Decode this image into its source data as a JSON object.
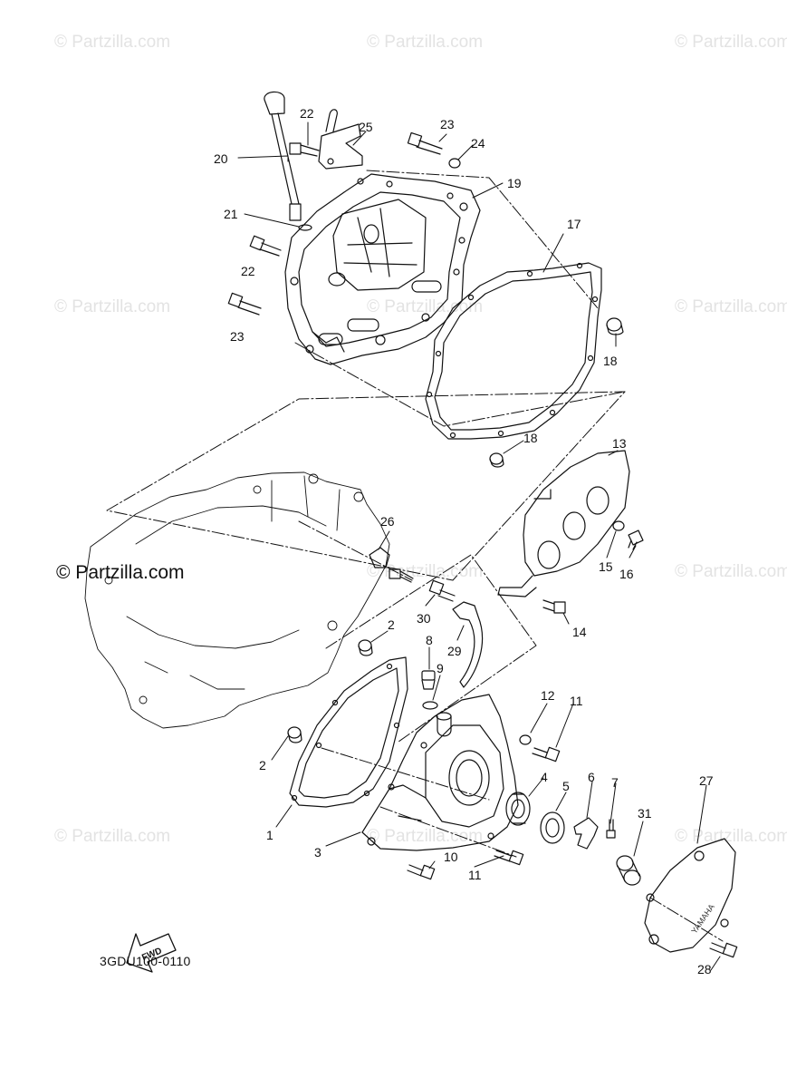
{
  "watermarks": {
    "small": "© Partzilla.com",
    "main": "© Partzilla.com"
  },
  "diagram_code": "3GDU100-0110",
  "fwd_label": "FWD",
  "cover_emblem": "YAMAHA",
  "callouts": [
    {
      "id": "1",
      "label": "1"
    },
    {
      "id": "2a",
      "label": "2"
    },
    {
      "id": "2b",
      "label": "2"
    },
    {
      "id": "3",
      "label": "3"
    },
    {
      "id": "4",
      "label": "4"
    },
    {
      "id": "5",
      "label": "5"
    },
    {
      "id": "6",
      "label": "6"
    },
    {
      "id": "7",
      "label": "7"
    },
    {
      "id": "8",
      "label": "8"
    },
    {
      "id": "9",
      "label": "9"
    },
    {
      "id": "10",
      "label": "10"
    },
    {
      "id": "11a",
      "label": "11"
    },
    {
      "id": "11b",
      "label": "11"
    },
    {
      "id": "12",
      "label": "12"
    },
    {
      "id": "13",
      "label": "13"
    },
    {
      "id": "14",
      "label": "14"
    },
    {
      "id": "15",
      "label": "15"
    },
    {
      "id": "16",
      "label": "16"
    },
    {
      "id": "17",
      "label": "17"
    },
    {
      "id": "18a",
      "label": "18"
    },
    {
      "id": "18b",
      "label": "18"
    },
    {
      "id": "19",
      "label": "19"
    },
    {
      "id": "20",
      "label": "20"
    },
    {
      "id": "21",
      "label": "21"
    },
    {
      "id": "22a",
      "label": "22"
    },
    {
      "id": "22b",
      "label": "22"
    },
    {
      "id": "23a",
      "label": "23"
    },
    {
      "id": "23b",
      "label": "23"
    },
    {
      "id": "24",
      "label": "24"
    },
    {
      "id": "25",
      "label": "25"
    },
    {
      "id": "26",
      "label": "26"
    },
    {
      "id": "27",
      "label": "27"
    },
    {
      "id": "28",
      "label": "28"
    },
    {
      "id": "29",
      "label": "29"
    },
    {
      "id": "30",
      "label": "30"
    },
    {
      "id": "31",
      "label": "31"
    }
  ]
}
